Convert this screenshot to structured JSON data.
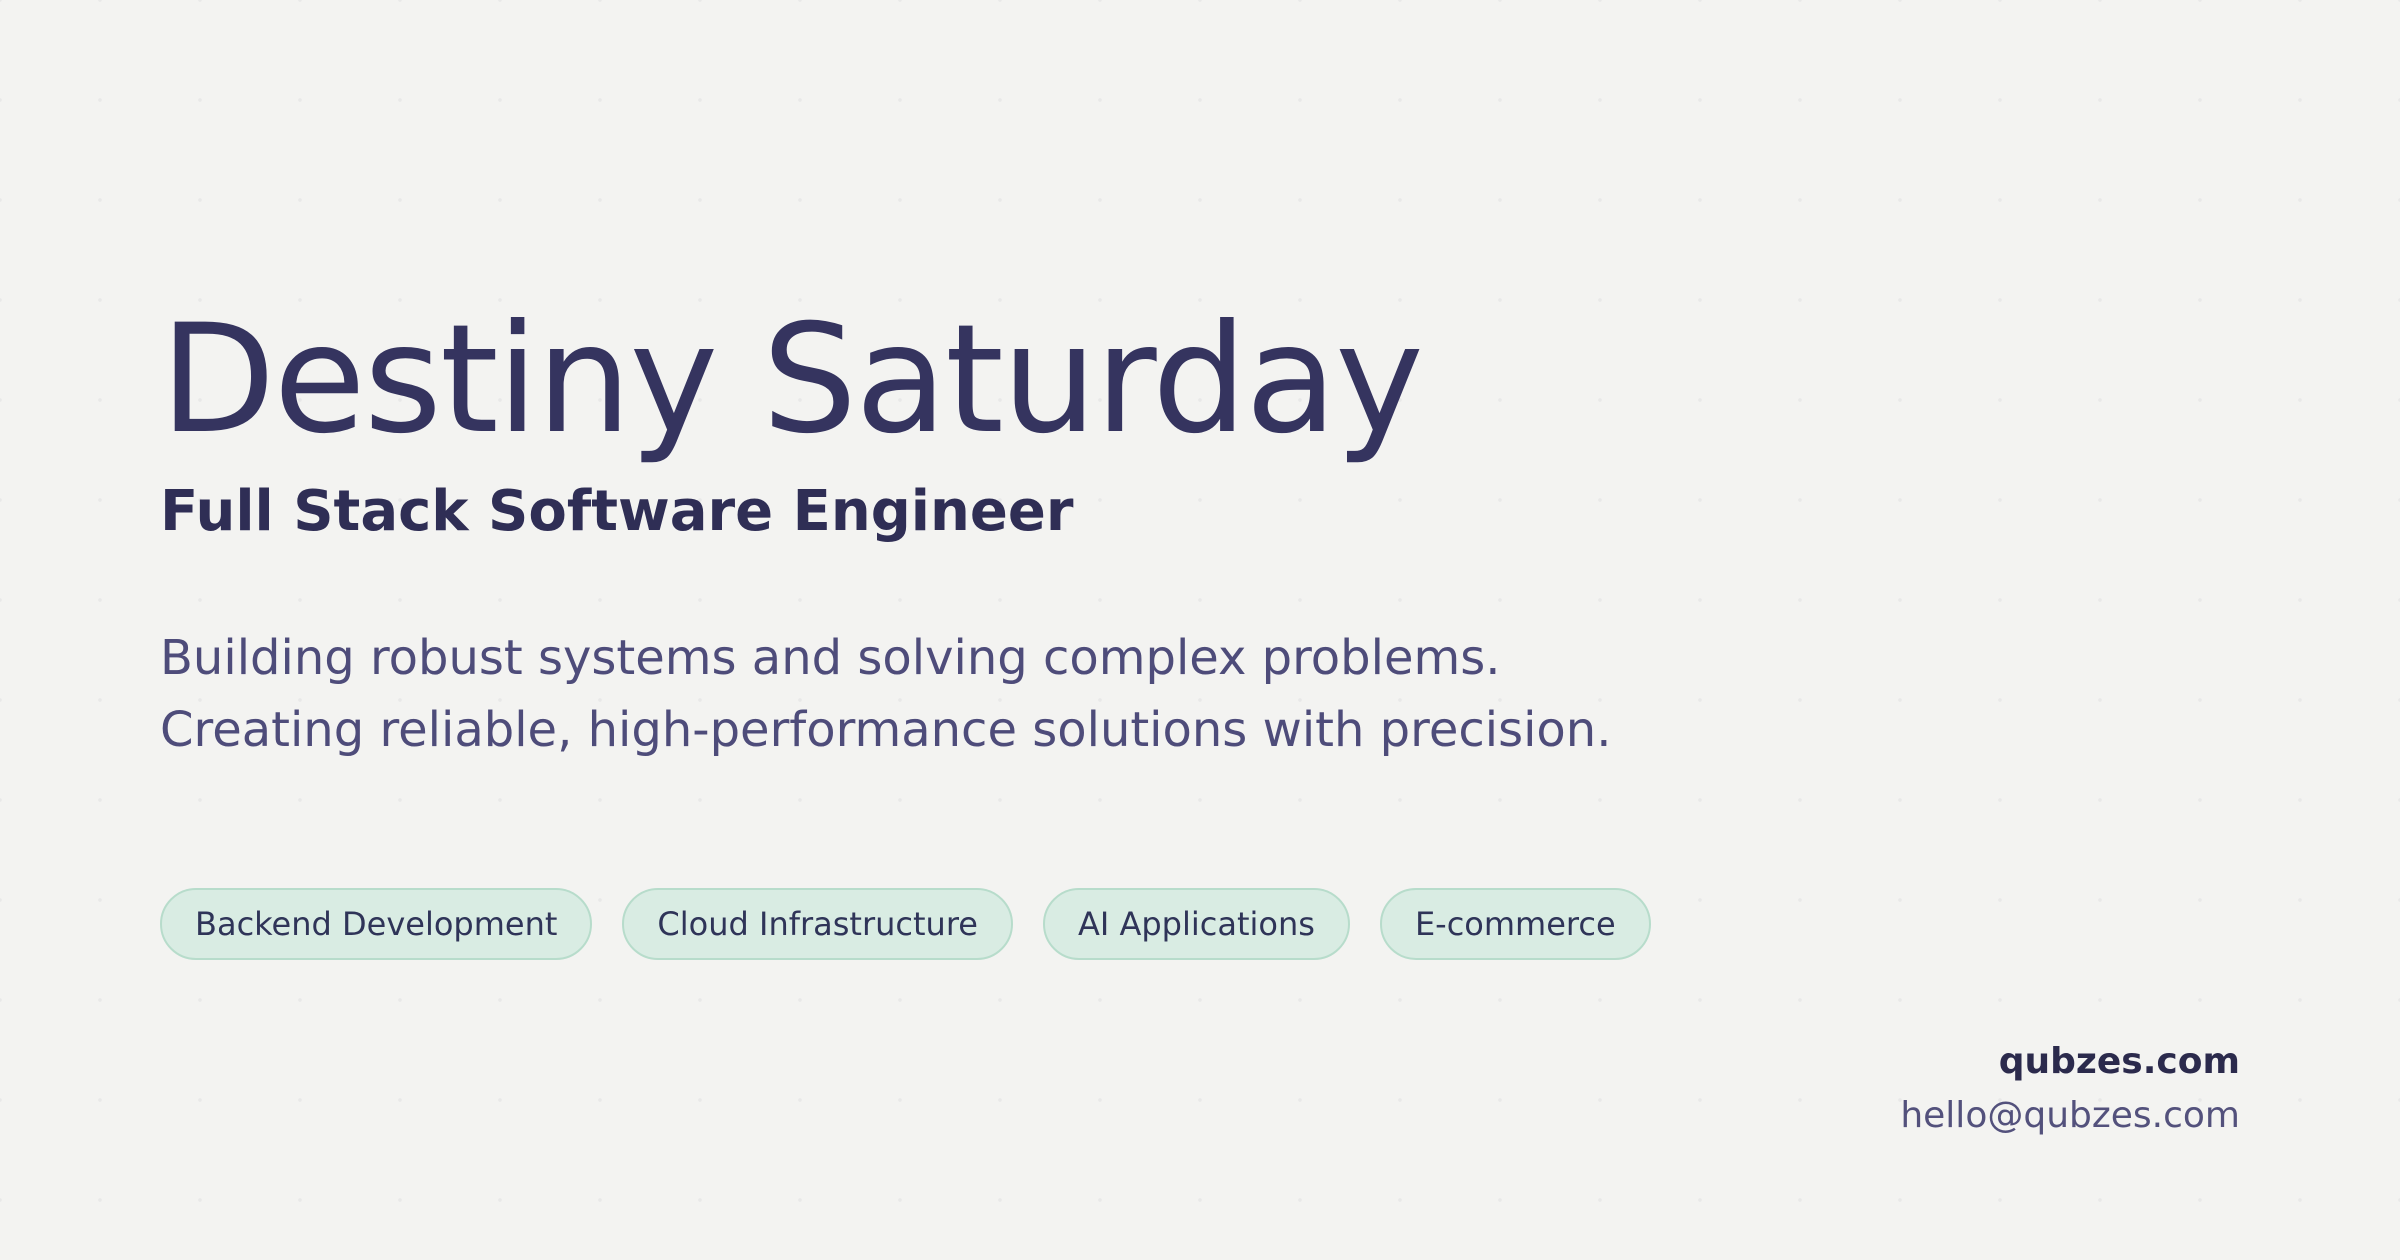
{
  "profile": {
    "name": "Destiny Saturday",
    "role": "Full Stack Software Engineer",
    "tagline": "Building robust systems and solving complex problems. Creating reliable, high-performance solutions with precision."
  },
  "tags": [
    "Backend Development",
    "Cloud Infrastructure",
    "AI Applications",
    "E-commerce"
  ],
  "contact": {
    "website": "qubzes.com",
    "email": "hello@qubzes.com"
  },
  "colors": {
    "background": "#f3f3f1",
    "primary_text": "#35345f",
    "secondary_text": "#4e4c7a",
    "tag_background": "#d9ece3",
    "tag_border": "#b7dccb"
  }
}
